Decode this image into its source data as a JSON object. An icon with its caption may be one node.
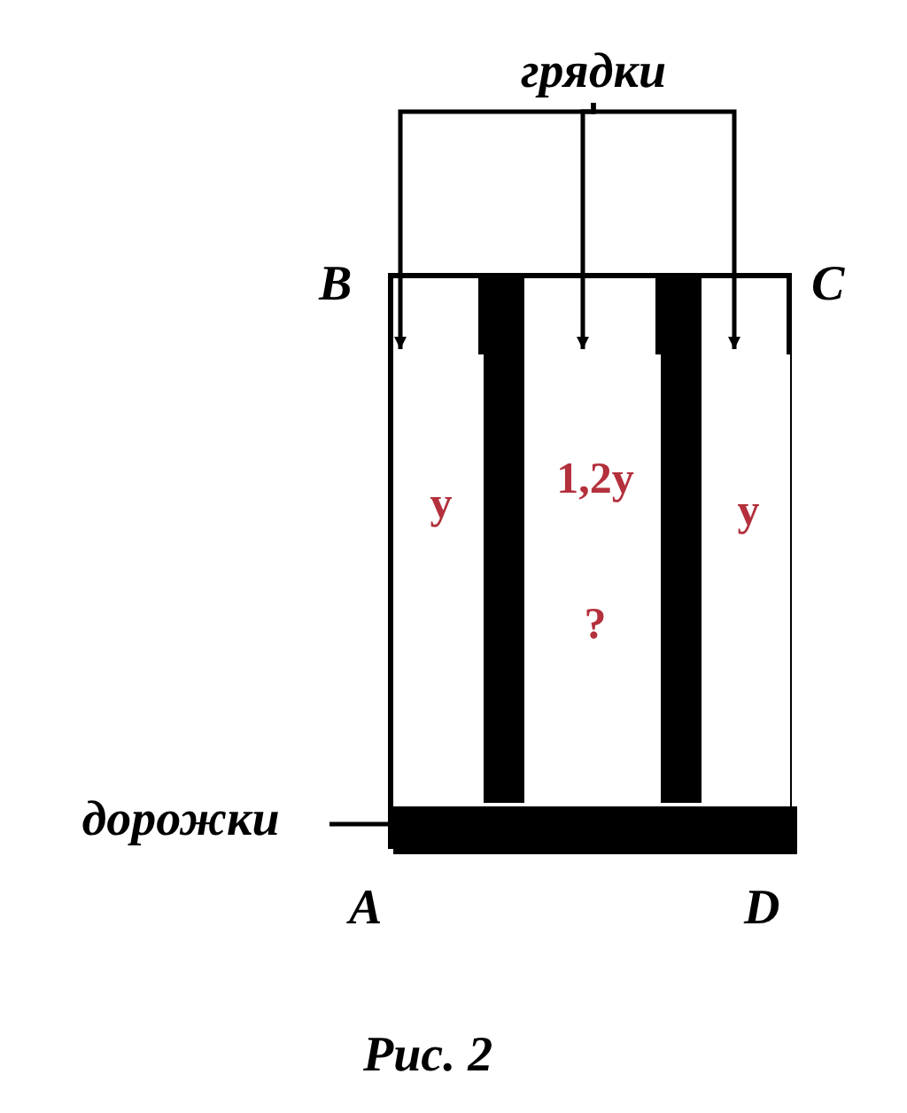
{
  "diagram": {
    "caption": "Рис. 2",
    "nodes": [
      {
        "text": [
          "грядки"
        ]
      },
      {
        "text": [],
        "shape": "box"
      },
      {
        "text": [
          "y"
        ],
        "in": 1
      },
      {
        "text": [
          "1,2y",
          "?"
        ],
        "in": 1
      },
      {
        "text": [
          "y"
        ],
        "in": 1
      },
      {
        "text": [],
        "shape": "bar",
        "in": 1
      },
      {
        "text": [
          "дорожки"
        ]
      }
    ],
    "edges": [
      {
        "from": 0,
        "to": 2,
        "arrow": "to"
      },
      {
        "from": 0,
        "to": 3,
        "arrow": "to"
      },
      {
        "from": 0,
        "to": 4,
        "arrow": "to"
      },
      {
        "from": 6,
        "to": 5,
        "arrow": "none"
      }
    ],
    "labels": [
      "B",
      "C",
      "A",
      "D"
    ]
  }
}
